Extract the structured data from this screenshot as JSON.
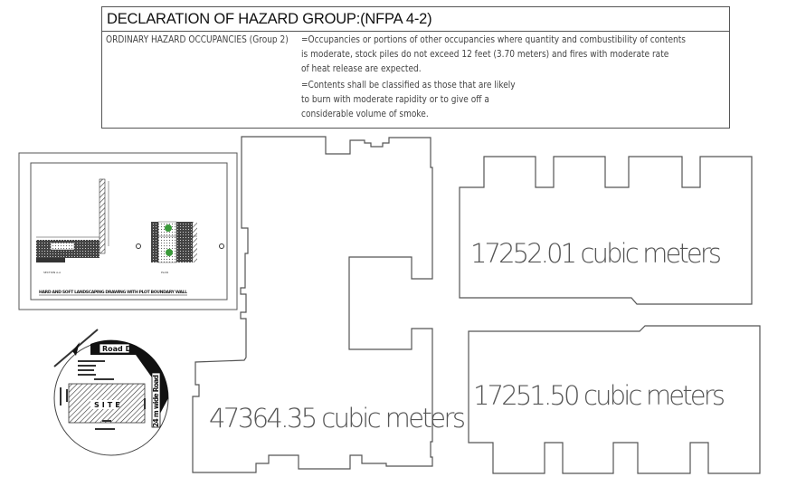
{
  "declaration": {
    "title": "DECLARATION OF HAZARD GROUP:(NFPA 4-2)",
    "category": "ORDINARY HAZARD OCCUPANCIES (Group 2)",
    "lines": [
      "=Occupancies or portions of other occupancies where quantity and combustibility of contents",
      " is moderate, stock piles do not exceed 12 feet (3.70 meters) and fires with moderate rate",
      " of heat release are expected.",
      "=Contents shall be classified as those that are likely",
      " to burn with moderate rapidity or to give off a",
      " considerable volume of smoke."
    ]
  },
  "detail_sheet": {
    "title": "HARD AND SOFT LANDSCAPING DRAWING WITH PLOT BOUNDARY WALL",
    "section_label": "SECTION A-A",
    "plan_label": "PLAN"
  },
  "key_plan": {
    "road_top": "Road D",
    "road_side": "24 m wide Road",
    "site_label": "SITE"
  },
  "volumes": {
    "main_block": "47364.35 cubic meters",
    "top_right_block": "17252.01 cubic meters",
    "bottom_right_block": "17251.50 cubic meters"
  },
  "colors": {
    "line": "#555555",
    "plant_green": "#3a9a3a"
  }
}
